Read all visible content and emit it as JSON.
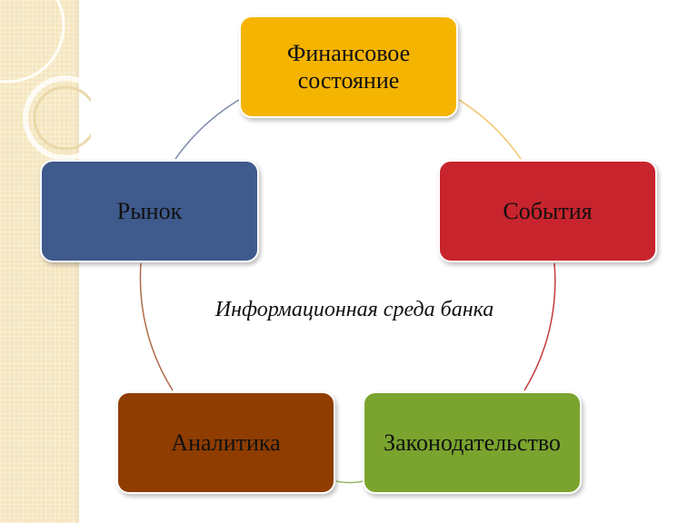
{
  "diagram": {
    "center_label": "Информационная среда банка",
    "nodes": [
      {
        "id": "finance",
        "label": "Финансовое состояние",
        "color": "#f5b400"
      },
      {
        "id": "events",
        "label": "События",
        "color": "#c8242e"
      },
      {
        "id": "law",
        "label": "Законодательство",
        "color": "#7ba42e"
      },
      {
        "id": "analytics",
        "label": "Аналитика",
        "color": "#8f3d00"
      },
      {
        "id": "market",
        "label": "Рынок",
        "color": "#3f5a8c"
      }
    ],
    "connector_colors": [
      "#f3c46a",
      "#c53a3a",
      "#9cb86a",
      "#b06a4a",
      "#7a8aa8"
    ]
  },
  "background": {
    "band_color": "#f5e6bf"
  }
}
